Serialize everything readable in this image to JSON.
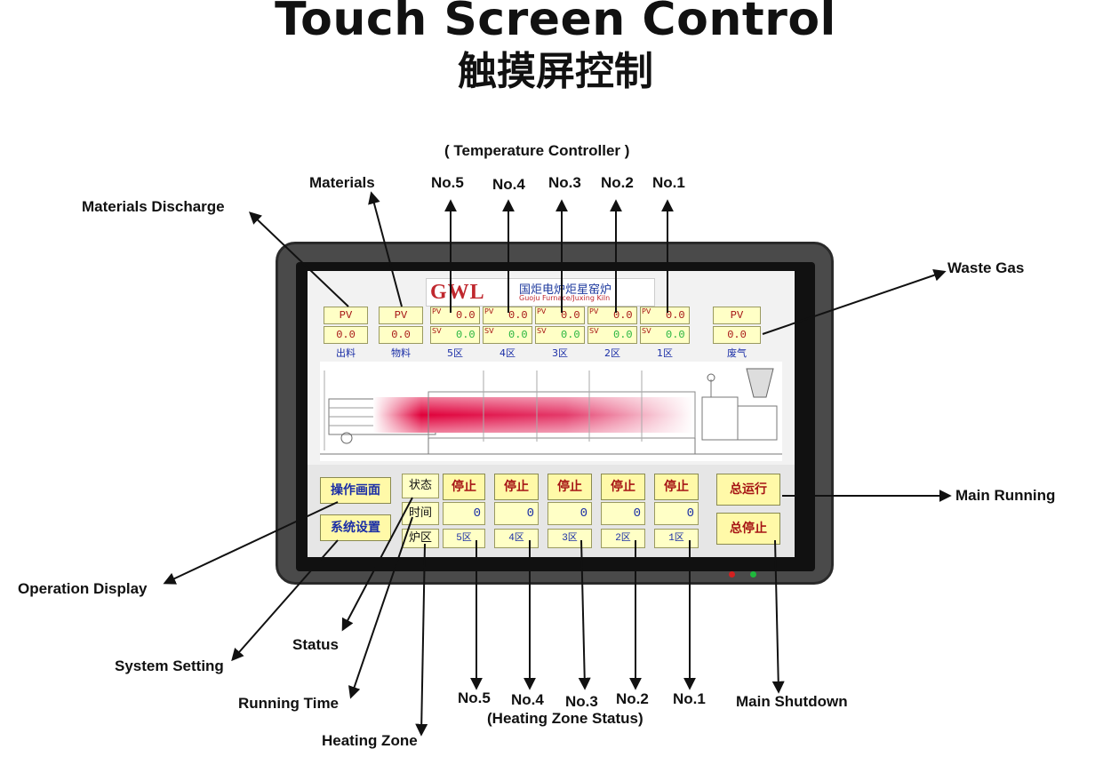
{
  "titles": {
    "english": "Touch Screen Control",
    "chinese": "触摸屏控制"
  },
  "callouts": {
    "temperature_controller": "( Temperature Controller )",
    "materials": "Materials",
    "materials_discharge": "Materials Discharge",
    "waste_gas": "Waste Gas",
    "no5_top": "No.5",
    "no4_top": "No.4",
    "no3_top": "No.3",
    "no2_top": "No.2",
    "no1_top": "No.1",
    "main_running": "Main Running",
    "operation_display": "Operation Display",
    "system_setting": "System Setting",
    "status": "Status",
    "running_time": "Running Time",
    "heating_zone": "Heating Zone",
    "no5_bottom": "No.5",
    "no4_bottom": "No.4",
    "no3_bottom": "No.3",
    "no2_bottom": "No.2",
    "no1_bottom": "No.1",
    "heating_zone_status": "(Heating Zone Status)",
    "main_shutdown": "Main Shutdown"
  },
  "screen": {
    "logo": {
      "mark": "GWL",
      "cn": "国炬电炉炬星窑炉",
      "en": "Guoju Furnace/Juxing Kiln"
    },
    "gauges": {
      "discharge": {
        "pv": "PV",
        "value": "0.0",
        "label": "出料"
      },
      "materials": {
        "pv": "PV",
        "value": "0.0",
        "label": "物料"
      },
      "waste_gas": {
        "pv": "PV",
        "value": "0.0",
        "label": "废气"
      }
    },
    "zones_top": [
      {
        "pv": "PV",
        "sv": "SV",
        "pv_value": "0.0",
        "sv_value": "0.0",
        "label": "5区"
      },
      {
        "pv": "PV",
        "sv": "SV",
        "pv_value": "0.0",
        "sv_value": "0.0",
        "label": "4区"
      },
      {
        "pv": "PV",
        "sv": "SV",
        "pv_value": "0.0",
        "sv_value": "0.0",
        "label": "3区"
      },
      {
        "pv": "PV",
        "sv": "SV",
        "pv_value": "0.0",
        "sv_value": "0.0",
        "label": "2区"
      },
      {
        "pv": "PV",
        "sv": "SV",
        "pv_value": "0.0",
        "sv_value": "0.0",
        "label": "1区"
      }
    ],
    "buttons": {
      "operation_display": "操作画面",
      "system_setting": "系统设置",
      "main_run": "总运行",
      "main_stop": "总停止"
    },
    "row_labels": {
      "status": "状态",
      "time": "时间",
      "zone": "炉区"
    },
    "zones_bottom": [
      {
        "status": "停止",
        "time": "0",
        "zone": "5区"
      },
      {
        "status": "停止",
        "time": "0",
        "zone": "4区"
      },
      {
        "status": "停止",
        "time": "0",
        "zone": "3区"
      },
      {
        "status": "停止",
        "time": "0",
        "zone": "2区"
      },
      {
        "status": "停止",
        "time": "0",
        "zone": "1区"
      }
    ]
  },
  "colors": {
    "led_red": "#d32020",
    "led_green": "#1fb83c",
    "heat_gradient": "#e0003a"
  }
}
